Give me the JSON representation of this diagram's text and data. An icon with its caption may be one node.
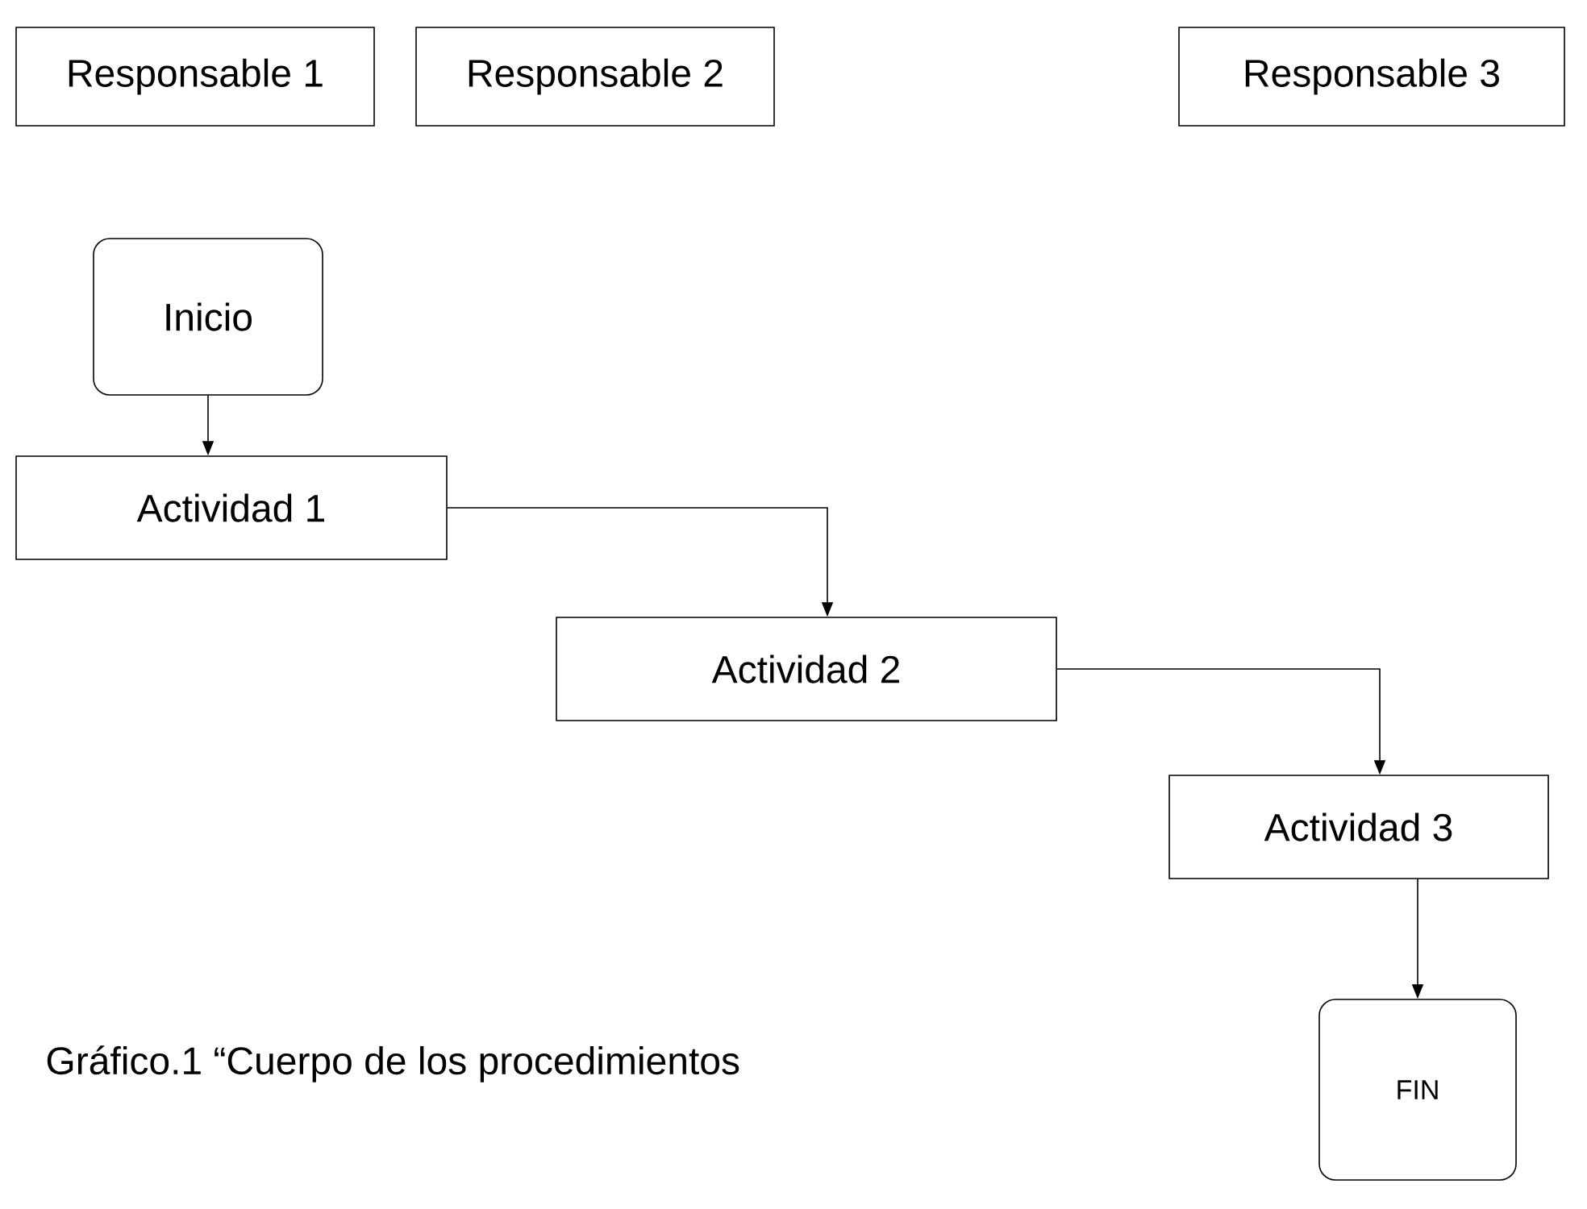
{
  "diagram": {
    "caption": "Gráfico.1 “Cuerpo de los procedimientos",
    "nodes": [
      {
        "text": [
          "Responsable 1"
        ]
      },
      {
        "text": [
          "Responsable 2"
        ]
      },
      {
        "text": [
          "Responsable 3"
        ]
      },
      {
        "text": [
          "Inicio"
        ]
      },
      {
        "text": [
          "Actividad 1"
        ]
      },
      {
        "text": [
          "Actividad 2"
        ]
      },
      {
        "text": [
          "Actividad 3"
        ]
      },
      {
        "text": [
          "FIN"
        ]
      }
    ],
    "edges": [
      {
        "from": 3,
        "to": 4,
        "arrow": "to"
      },
      {
        "from": 4,
        "to": 5,
        "arrow": "to"
      },
      {
        "from": 5,
        "to": 6,
        "arrow": "to"
      },
      {
        "from": 6,
        "to": 7,
        "arrow": "to"
      }
    ]
  }
}
